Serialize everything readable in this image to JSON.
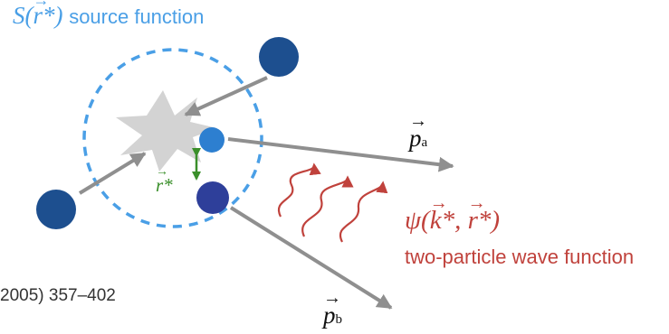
{
  "source_function": {
    "symbol": "S",
    "variable": "r*",
    "arrow": "→",
    "text": "source function"
  },
  "wave_function": {
    "symbol": "ψ",
    "arg1": "k",
    "arg1_suffix": "*",
    "arg2": "r*",
    "arrow": "→",
    "text": "two-particle wave function"
  },
  "citation": "2005) 357–402",
  "r_star": {
    "variable": "r*",
    "arrow": "→"
  },
  "momentum_a": {
    "symbol": "p",
    "subscript": "a",
    "arrow": "→"
  },
  "momentum_b": {
    "symbol": "p",
    "subscript": "b",
    "arrow": "→"
  },
  "colors": {
    "source": "#4a9fe6",
    "wave": "#c0423c",
    "r_star": "#3a8f2a",
    "particle_dark": "#1d4f8f",
    "particle_light": "#2d7fd0",
    "particle_purple": "#2e3f9a",
    "arrow_gray": "#8f8f8f",
    "collision": "#d3d3d3"
  }
}
